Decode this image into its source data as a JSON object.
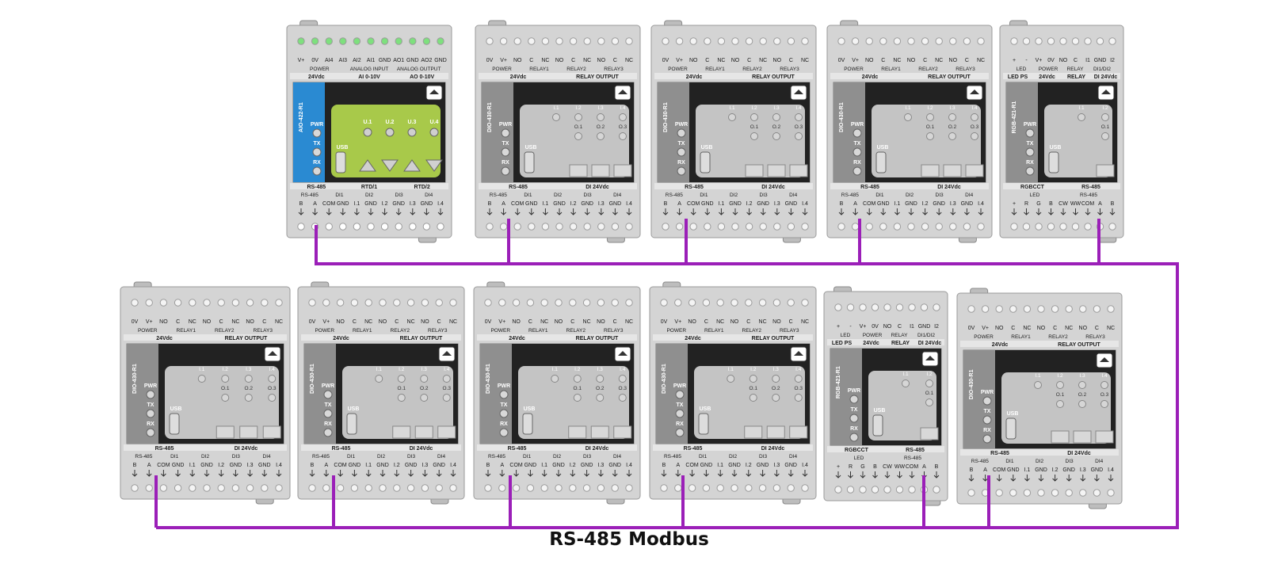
{
  "caption": "RS-485 Modbus",
  "colors": {
    "bus": "#9b1fb8",
    "housing": "#d4d4d4",
    "housing_dark": "#a9a9a9",
    "panel_dio": "#8f8f8f",
    "panel_aio": "#2a8ad2",
    "screen_dark": "#222222",
    "screen_green": "#a8c94a",
    "screen_grey": "#c4c4c4",
    "led_green": "#7ee07e"
  },
  "devices": {
    "aio": {
      "model": "AIO-422-R1",
      "top_terminals": [
        "V+",
        "0V",
        "AI4",
        "AI3",
        "AI2",
        "AI1",
        "GND",
        "AO1",
        "GND",
        "AO2",
        "GND"
      ],
      "top_groups": [
        "POWER",
        "ANALOG INPUT",
        "ANALOG OUTPUT"
      ],
      "top_strip": [
        "24Vdc",
        "AI 0-10V",
        "AO 0-10V"
      ],
      "status": [
        "PWR",
        "TX",
        "RX"
      ],
      "usb": "USB",
      "outputs": [
        "U.1",
        "U.2",
        "U.3",
        "U.4"
      ],
      "bottom_strip": [
        "RS-485",
        "RTD/1",
        "RTD/2"
      ],
      "bottom_groups": [
        "RS-485",
        "DI1",
        "DI2",
        "DI3",
        "DI4"
      ],
      "bottom_terminals": [
        "B",
        "A",
        "COM",
        "GND",
        "I.1",
        "GND",
        "I.2",
        "GND",
        "I.3",
        "GND",
        "I.4"
      ]
    },
    "dio": {
      "model": "DIO-430-R1",
      "top_terminals": [
        "0V",
        "V+",
        "NO",
        "C",
        "NC",
        "NO",
        "C",
        "NC",
        "NO",
        "C",
        "NC"
      ],
      "top_groups": [
        "POWER",
        "RELAY1",
        "RELAY2",
        "RELAY3"
      ],
      "top_strip": [
        "24Vdc",
        "RELAY OUTPUT"
      ],
      "status": [
        "PWR",
        "TX",
        "RX"
      ],
      "usb": "USB",
      "inputs": [
        "I.1",
        "I.2",
        "I.3",
        "I.4"
      ],
      "outputs": [
        "O.1",
        "O.2",
        "O.3"
      ],
      "bottom_strip": [
        "RS-485",
        "DI 24Vdc"
      ],
      "bottom_groups": [
        "RS-485",
        "DI1",
        "DI2",
        "DI3",
        "DI4"
      ],
      "bottom_terminals": [
        "B",
        "A",
        "COM",
        "GND",
        "I.1",
        "GND",
        "I.2",
        "GND",
        "I.3",
        "GND",
        "I.4"
      ]
    },
    "rgb": {
      "model": "RGB-421-R1",
      "top_terminals": [
        "+",
        "-",
        "V+",
        "0V",
        "NO",
        "C",
        "I1",
        "GND",
        "I2"
      ],
      "top_groups": [
        "LED",
        "POWER",
        "RELAY",
        "DI1/DI2"
      ],
      "top_strip": [
        "LED PS",
        "24Vdc",
        "RELAY",
        "DI 24Vdc"
      ],
      "status": [
        "PWR",
        "TX",
        "RX"
      ],
      "usb": "USB",
      "inputs": [
        "I.1",
        "I.2"
      ],
      "outputs": [
        "O.1"
      ],
      "bottom_strip": [
        "RGBCCT",
        "RS-485"
      ],
      "bottom_groups": [
        "LED",
        "RS-485"
      ],
      "bottom_terminals": [
        "+",
        "R",
        "G",
        "B",
        "CW",
        "WW",
        "COM",
        "A",
        "B"
      ]
    }
  }
}
